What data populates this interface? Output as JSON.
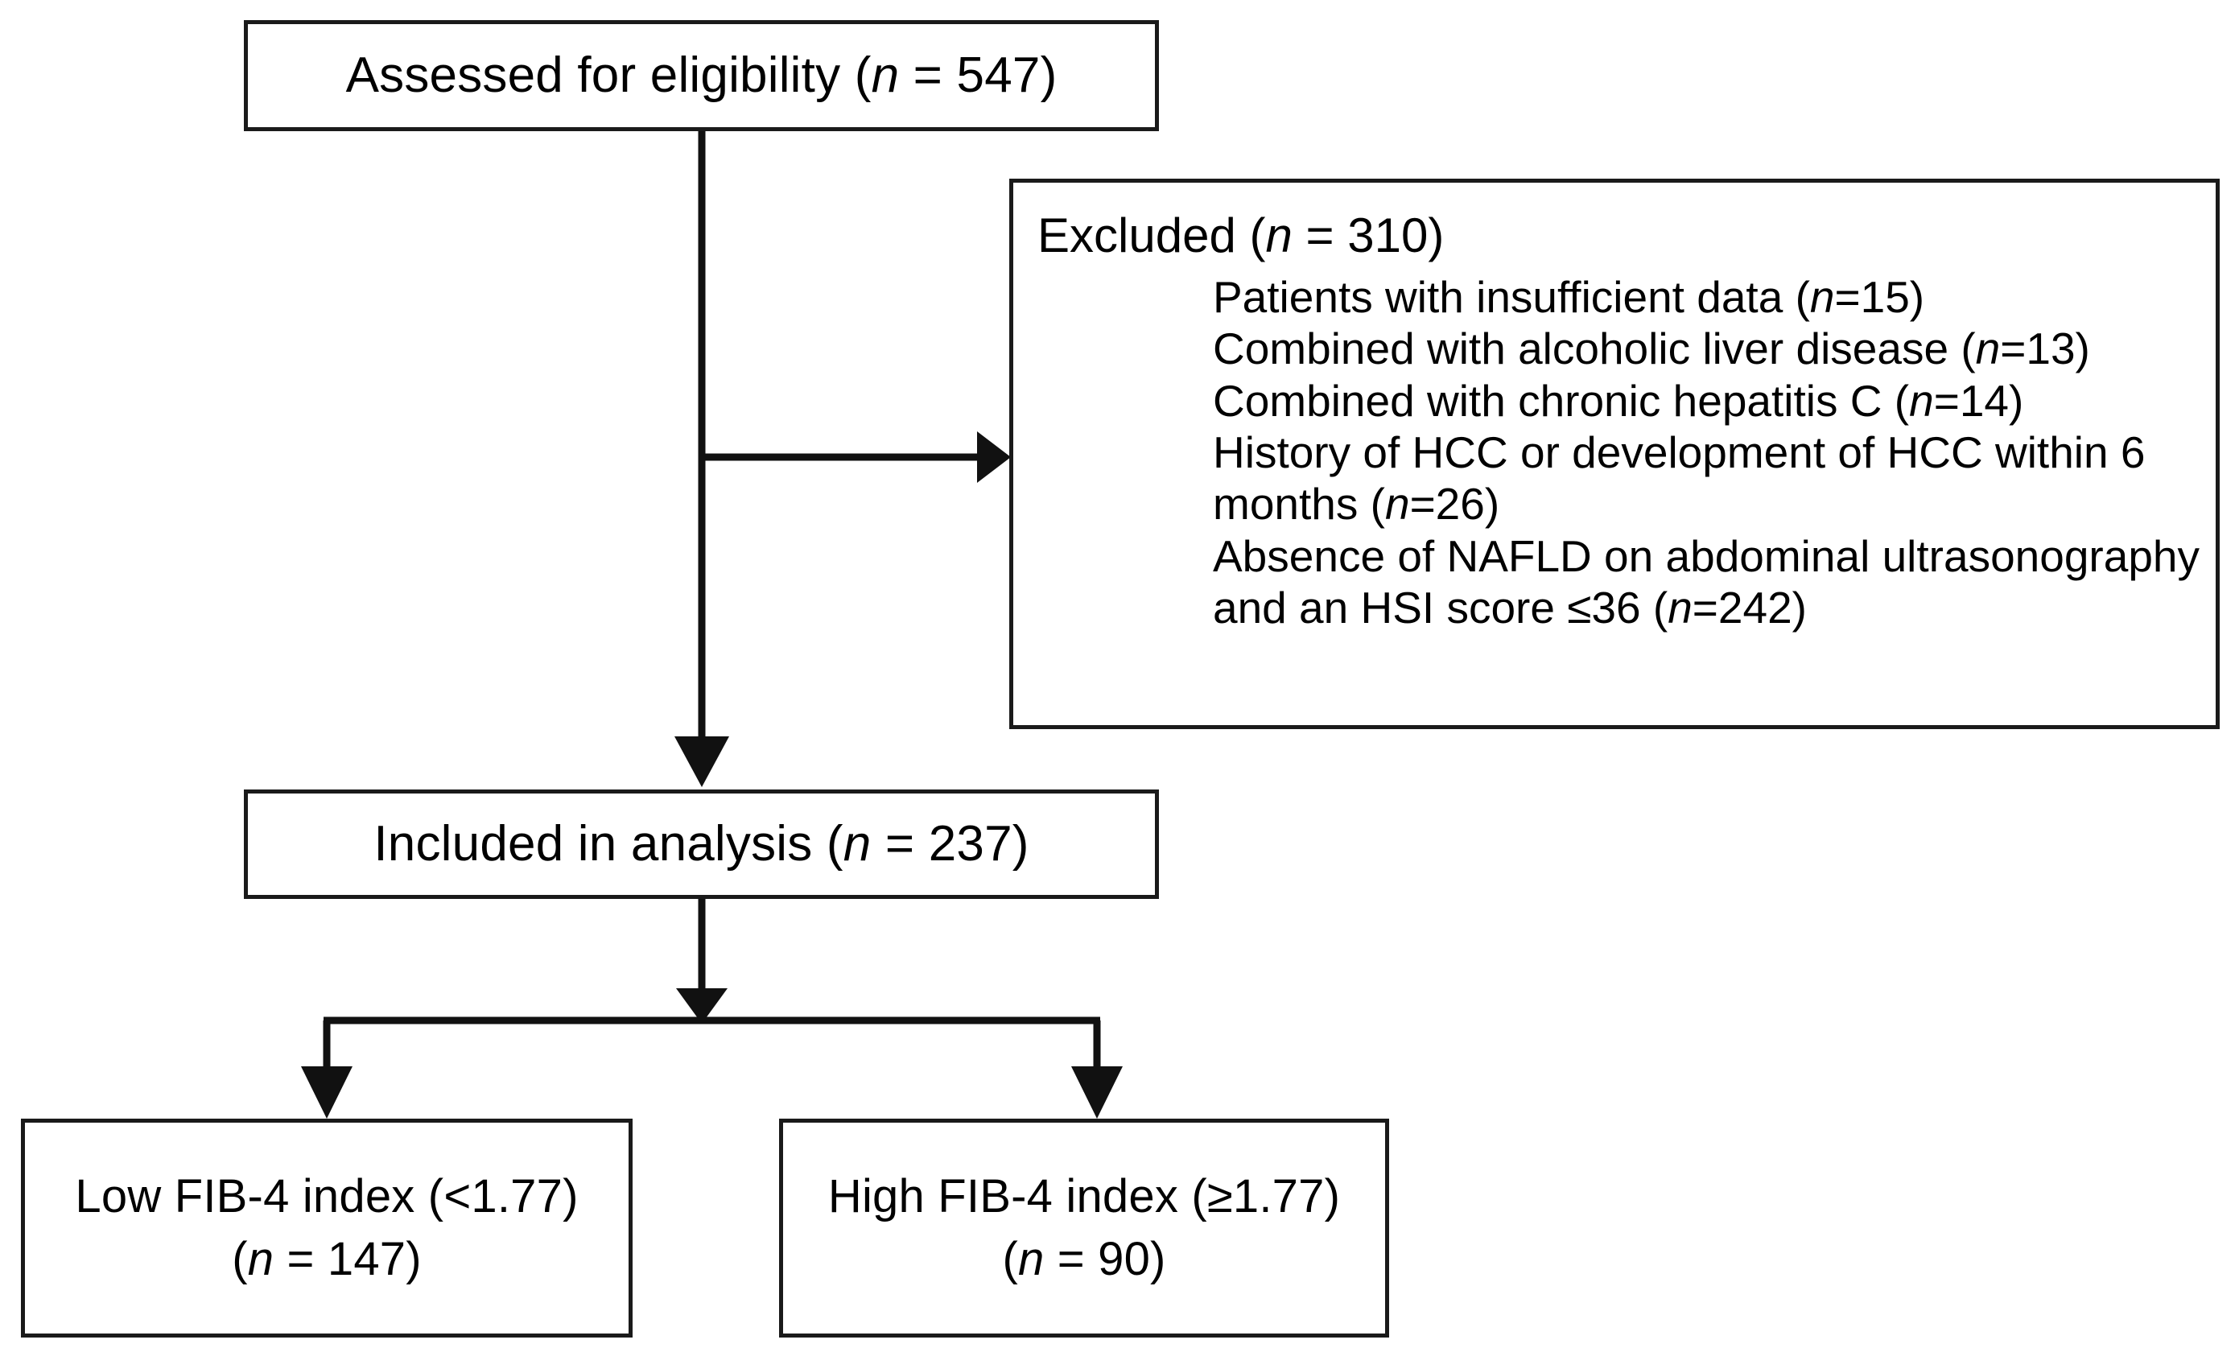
{
  "diagram": {
    "type": "study-flow-diagram",
    "stroke_color": "#1a1a1a",
    "background_color": "#ffffff",
    "nodes": {
      "assessed": {
        "label_prefix": "Assessed for eligibility (",
        "n_symbol": "n",
        "label_middle": " = 547",
        "label_suffix": ")",
        "full_text": "Assessed for eligibility (n = 547)",
        "n": 547
      },
      "excluded": {
        "header_prefix": "Excluded  (",
        "n_symbol": "n",
        "header_middle": " = 310",
        "header_suffix": ")",
        "header_full": "Excluded  (n = 310)",
        "n": 310,
        "reasons": [
          {
            "text_before": "Patients with insufficient data (",
            "n_symbol": "n",
            "text_after": "=15)",
            "full_text": "Patients with insufficient data (n=15)",
            "n": 15
          },
          {
            "text_before": "Combined with alcoholic liver disease (",
            "n_symbol": "n",
            "text_after": "=13)",
            "full_text": "Combined with alcoholic liver disease (n=13)",
            "n": 13
          },
          {
            "text_before": "Combined with chronic hepatitis C (",
            "n_symbol": "n",
            "text_after": "=14)",
            "full_text": "Combined with chronic hepatitis C (n=14)",
            "n": 14
          },
          {
            "text_before": "History of HCC or development of HCC within 6 months  (",
            "n_symbol": "n",
            "text_after": "=26)",
            "full_text": "History of HCC or development of HCC within 6 months  (n=26)",
            "n": 26
          },
          {
            "text_before": " Absence of  NAFLD on abdominal ultrasonography and an HSI score ≤36 (",
            "n_symbol": "n",
            "text_after": "=242)",
            "full_text": " Absence of  NAFLD on abdominal ultrasonography and an HSI score ≤36 (n=242)",
            "n": 242
          }
        ]
      },
      "included": {
        "label_prefix": "Included in analysis (",
        "n_symbol": "n",
        "label_middle": " = 237",
        "label_suffix": ")",
        "full_text": "Included in analysis (n = 237)",
        "n": 237
      },
      "low_fib4": {
        "line1": "Low FIB-4 index (<1.77)",
        "line2_prefix": "(",
        "n_symbol": "n",
        "line2_middle": " = 147",
        "line2_suffix": ")",
        "line2_full": "(n = 147)",
        "n": 147,
        "threshold": "<1.77"
      },
      "high_fib4": {
        "line1": "High FIB-4 index (≥1.77)",
        "line2_prefix": "(",
        "n_symbol": "n",
        "line2_middle": " = 90",
        "line2_suffix": ")",
        "line2_full": "(n = 90)",
        "n": 90,
        "threshold": "≥1.77"
      }
    },
    "edges": [
      {
        "name": "assessed-to-included",
        "from": "assessed",
        "to": "included",
        "arrow": "down"
      },
      {
        "name": "assessed-to-excluded",
        "from": "assessed",
        "to": "excluded",
        "arrow": "right"
      },
      {
        "name": "included-to-low",
        "from": "included",
        "to": "low_fib4",
        "arrow": "down"
      },
      {
        "name": "included-to-high",
        "from": "included",
        "to": "high_fib4",
        "arrow": "down"
      }
    ]
  }
}
